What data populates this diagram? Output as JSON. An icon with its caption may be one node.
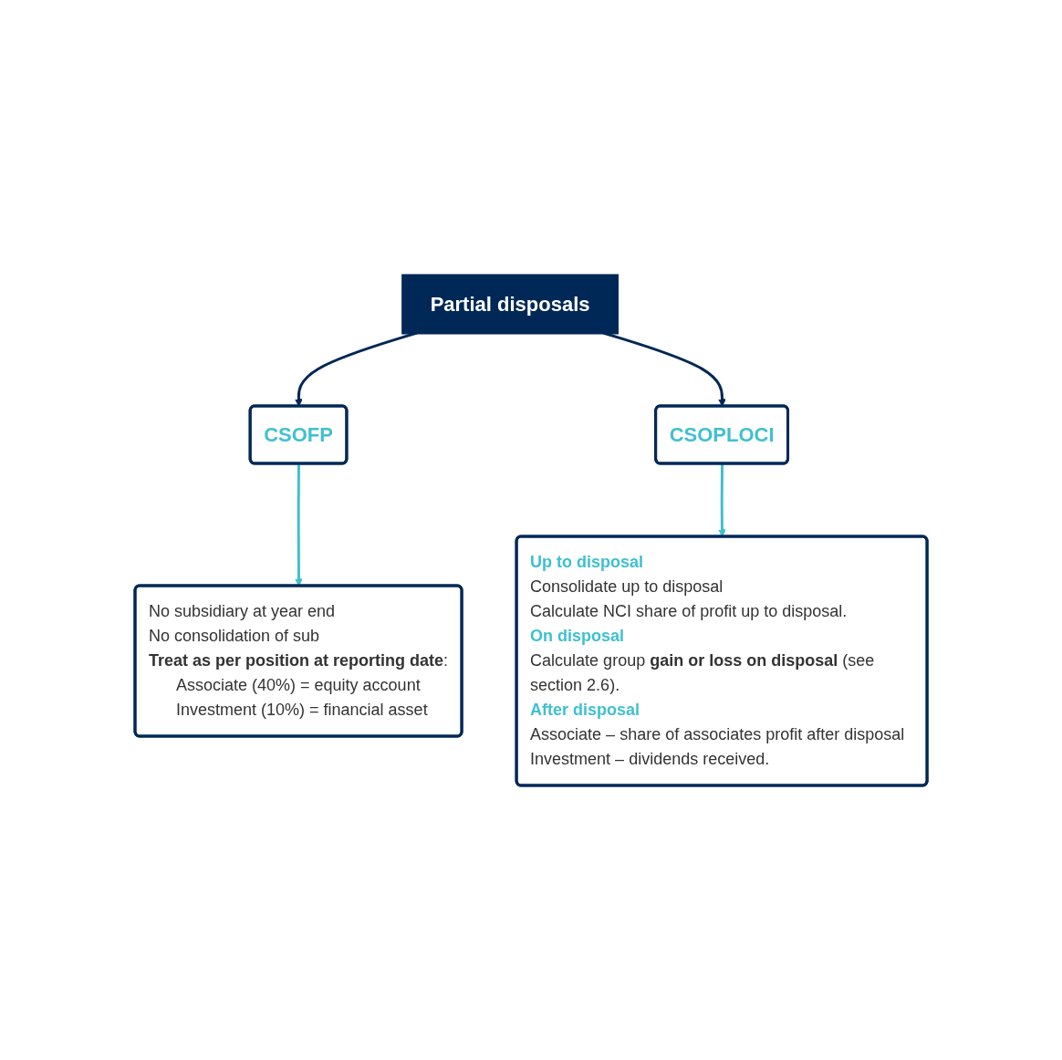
{
  "diagram": {
    "nodes": [
      {
        "text": [
          "Partial disposals"
        ]
      },
      {
        "text": [
          "CSOFP"
        ]
      },
      {
        "text": [
          "CSOPLOCI"
        ]
      },
      {
        "text": [
          "No subsidiary at year end",
          "No consolidation of sub",
          "**Treat as per position at reporting date**:",
          "Associate (40%) = equity account",
          "Investment (10%) = financial asset"
        ]
      },
      {
        "text": [
          "Up to disposal",
          "Consolidate up to disposal",
          "Calculate NCI share of profit up to disposal.",
          "On disposal",
          "Calculate group **gain or loss on disposal** (see section 2.6).",
          "After disposal",
          "Associate – share of associates profit after disposal",
          "Investment – dividends received."
        ]
      }
    ],
    "edges": [
      {
        "from": 0,
        "to": 1,
        "arrow": "to",
        "color": "#002856"
      },
      {
        "from": 0,
        "to": 2,
        "arrow": "to",
        "color": "#002856"
      },
      {
        "from": 1,
        "to": 3,
        "arrow": "to",
        "color": "#40c0d0"
      },
      {
        "from": 2,
        "to": 4,
        "arrow": "to",
        "color": "#40c0d0"
      }
    ]
  }
}
